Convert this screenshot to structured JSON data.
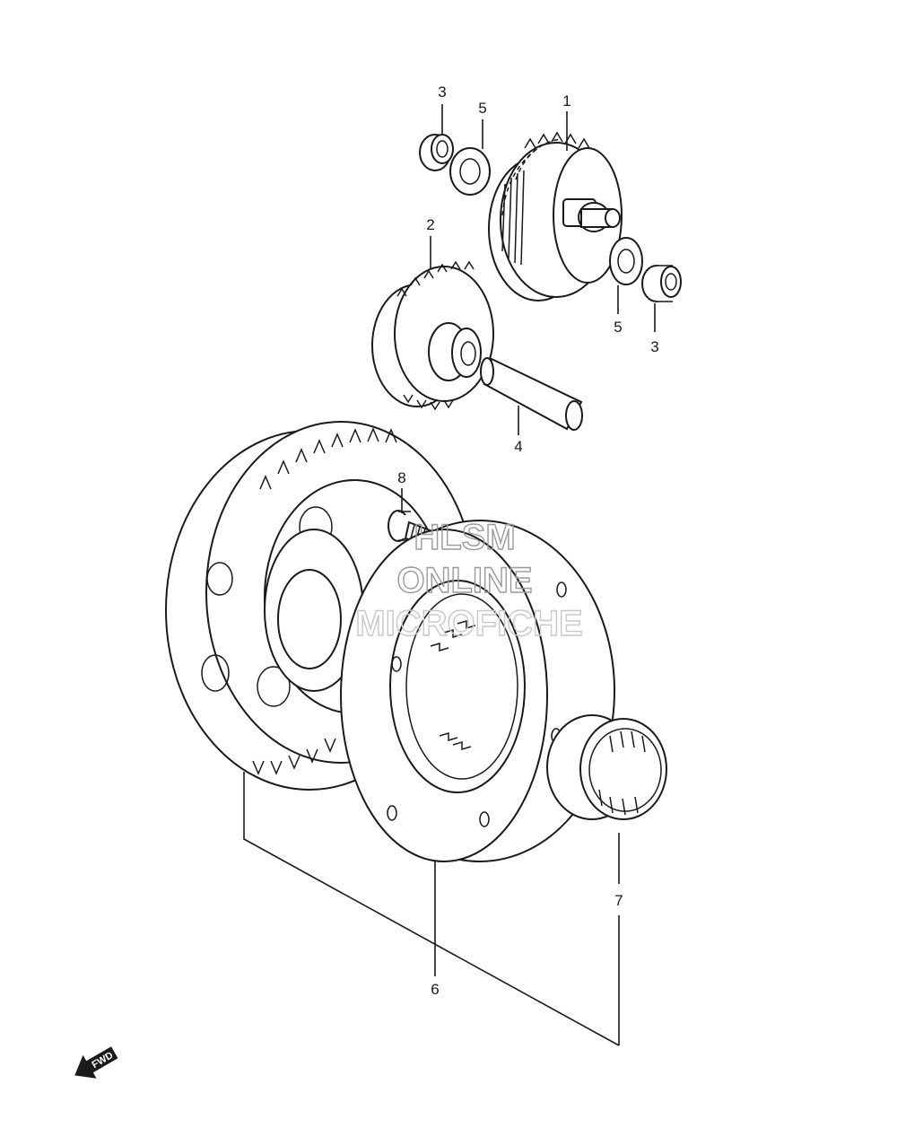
{
  "callouts": [
    {
      "id": "label-1",
      "text": "1"
    },
    {
      "id": "label-2",
      "text": "2"
    },
    {
      "id": "label-3a",
      "text": "3"
    },
    {
      "id": "label-3b",
      "text": "3"
    },
    {
      "id": "label-4",
      "text": "4"
    },
    {
      "id": "label-5a",
      "text": "5"
    },
    {
      "id": "label-5b",
      "text": "5"
    },
    {
      "id": "label-6",
      "text": "6"
    },
    {
      "id": "label-7",
      "text": "7"
    },
    {
      "id": "label-8",
      "text": "8"
    }
  ],
  "watermark": {
    "line1": "HLSM",
    "line2": "ONLINE",
    "line3": "MICROFICHE"
  },
  "fwd_label": "FWD"
}
